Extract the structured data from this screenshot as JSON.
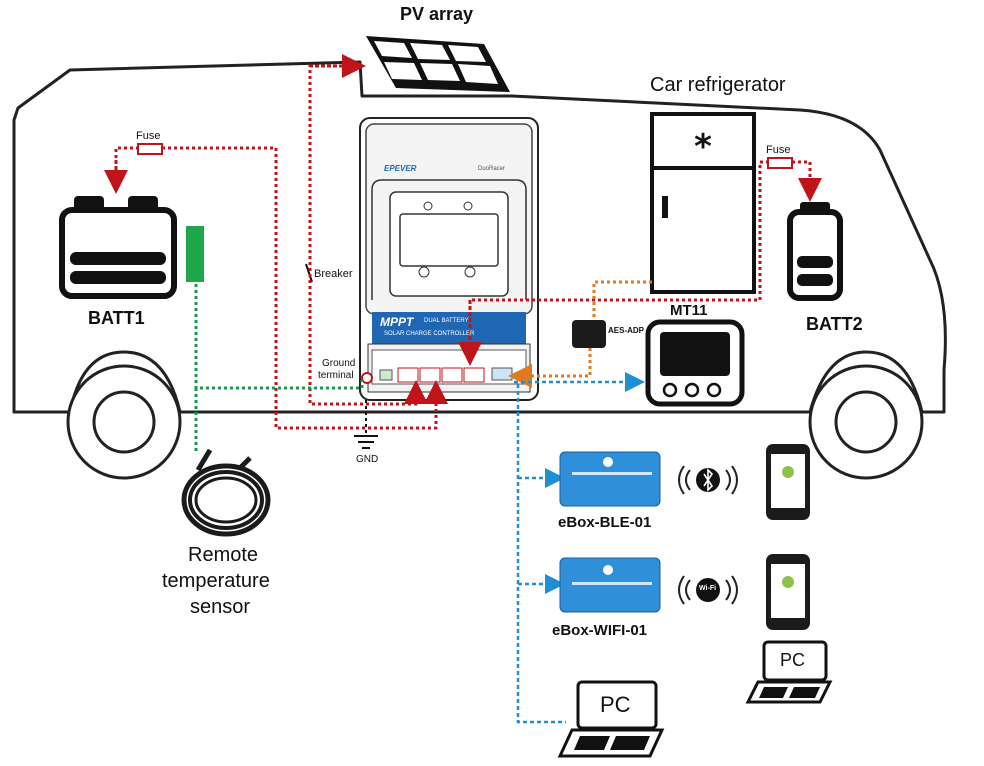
{
  "labels": {
    "pv_array": "PV array",
    "car_refrigerator": "Car refrigerator",
    "fuse_left": "Fuse",
    "fuse_right": "Fuse",
    "breaker": "Breaker",
    "ground_terminal_1": "Ground",
    "ground_terminal_2": "terminal",
    "gnd": "GND",
    "batt1": "BATT1",
    "batt2": "BATT2",
    "mt11": "MT11",
    "aes_adp": "AES-ADP",
    "remote_temp_1": "Remote",
    "remote_temp_2": "temperature",
    "remote_temp_3": "sensor",
    "ebox_ble": "eBox-BLE-01",
    "ebox_wifi": "eBox-WIFI-01",
    "pc_1": "PC",
    "pc_2": "PC",
    "controller_brand": "EPEVER",
    "controller_model": "DuoRacer",
    "controller_title": "MPPT",
    "controller_sub1": "DUAL BATTERY",
    "controller_sub2": "SOLAR CHARGE CONTROLLER",
    "wifi_badge": "Wi-Fi"
  },
  "colors": {
    "red_wire": "#c0141b",
    "green_wire": "#1a9a4a",
    "blue_wire": "#1e8fd0",
    "orange_wire": "#e07a1e",
    "ebox_blue": "#2f8fd8",
    "controller_band": "#1f66b3"
  },
  "icons": [
    "solar-panel-icon",
    "battery-icon",
    "refrigerator-icon",
    "controller-icon",
    "mt11-display-icon",
    "adapter-icon",
    "smartphone-icon",
    "laptop-icon",
    "bluetooth-icon",
    "wifi-icon",
    "ground-icon",
    "temperature-sensor-icon"
  ]
}
